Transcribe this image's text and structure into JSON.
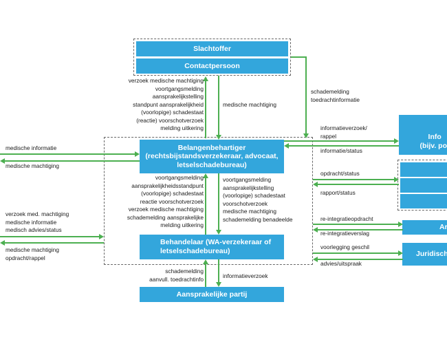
{
  "boxes": {
    "slachtoffer": "Slachtoffer",
    "contactpersoon": "Contactpersoon",
    "belangen_title": "Belangenbehartiger",
    "belangen_sub1": "(rechtsbijstandsverzekeraar, advocaat,",
    "belangen_sub2": "letselschadebureau)",
    "behandelaar_line1": "Behandelaar (WA-verzekeraar of",
    "behandelaar_line2": "letselschadebureau)",
    "aansprakelijke": "Aansprakelijke partij",
    "info_line1": "Info",
    "info_line2": "(bijv. po",
    "ar": "Ar",
    "juridisch": "Juridisch"
  },
  "labels": {
    "top_left": [
      "verzoek medische machtiging",
      "voortgangsmelding",
      "aansprakelijkstelling",
      "standpunt aansprakelijkheid",
      "(voorlopige) schadestaat",
      "(reactie) voorschotverzoek",
      "melding uitkering"
    ],
    "top_right": "medische machtiging",
    "schade_top": [
      "schademelding",
      "toedrachtinformatie"
    ],
    "mid_left": [
      "voortgangsmelding",
      "aansprakelijkheidsstandpunt",
      "(voorlopige) schadestaat",
      "reactie voorschotverzoek",
      "verzoek medische machtiging",
      "schademelding aansprakelijke",
      "melding uitkering"
    ],
    "mid_right": [
      "voortgangsmelding",
      "aansprakelijkstelling",
      "(voorlopige) schadestaat",
      "voorschotverzoek",
      "medische machtiging",
      "schademelding benadeelde"
    ],
    "bottom_left": [
      "schademelding",
      "aanvull. toedrachtinfo"
    ],
    "bottom_right": "informatieverzoek",
    "left_med_info": "medische informatie",
    "left_med_macht": "medische machtiging",
    "left_group1": [
      "verzoek med. machtiging",
      "medische informatie",
      "medisch advies/status"
    ],
    "left_group2": [
      "medische machtiging",
      "opdracht/rappel"
    ],
    "right_info_req": [
      "informatieverzoek/",
      "rappel"
    ],
    "right_info_status": "informatie/status",
    "right_opdracht": "opdracht/status",
    "right_rapport": "rapport/status",
    "right_reint_op": "re-integratieopdracht",
    "right_reint_vs": "re-integratieverslag",
    "right_voorlegging": "voorlegging geschil",
    "right_advies": "advies/uitspraak"
  }
}
